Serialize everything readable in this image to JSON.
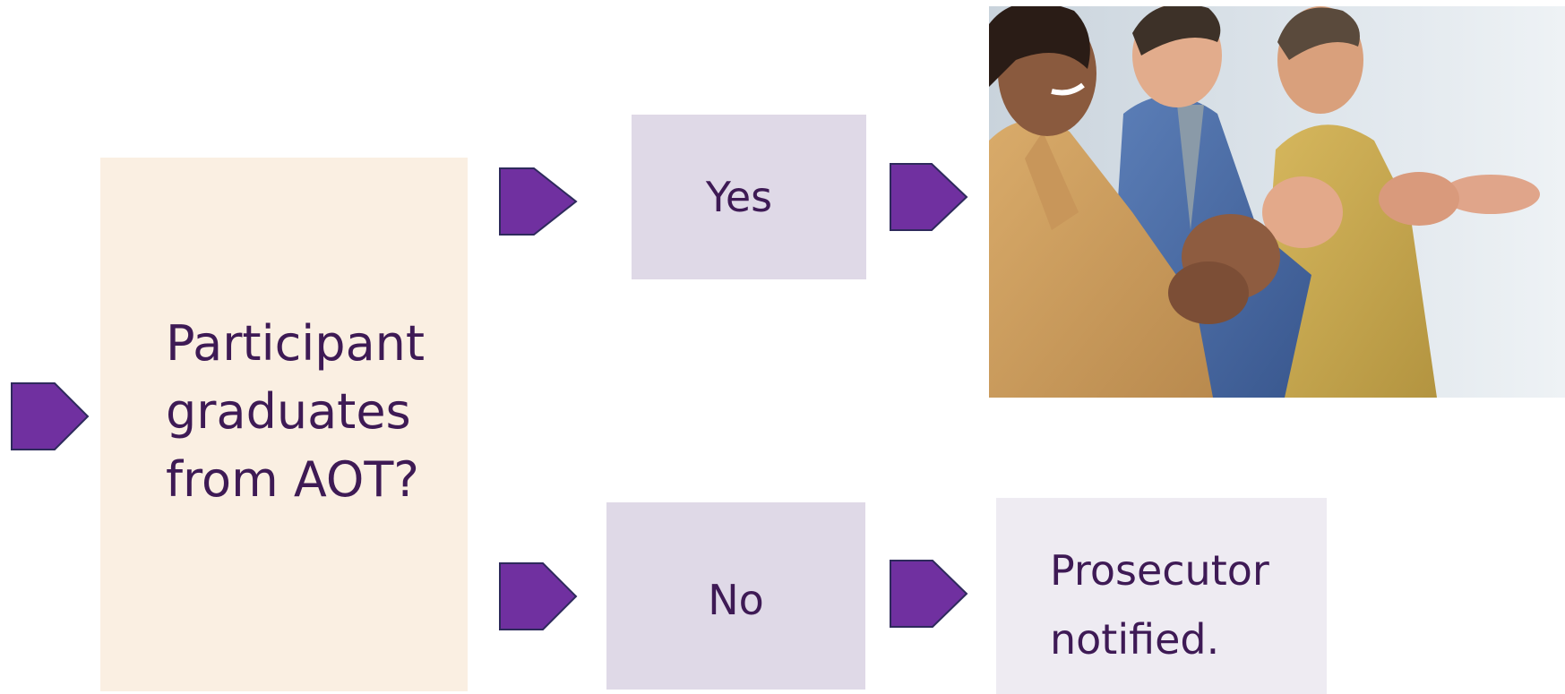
{
  "colors": {
    "arrow_fill": "#7030a0",
    "arrow_stroke": "#2e2a5c",
    "text": "#3e1a55",
    "question_box": "#faefe2",
    "answer_box": "#dfd9e7",
    "outcome_box": "#eeebf2"
  },
  "decision": {
    "question": "Participant\ngraduates\nfrom AOT?"
  },
  "branches": {
    "yes_label": "Yes",
    "no_label": "No"
  },
  "outcome_no": {
    "text": "Prosecutor\nnotified."
  },
  "icons": {
    "arrow": "pentagon-arrow-icon",
    "photo": "applauding-people-photo"
  }
}
